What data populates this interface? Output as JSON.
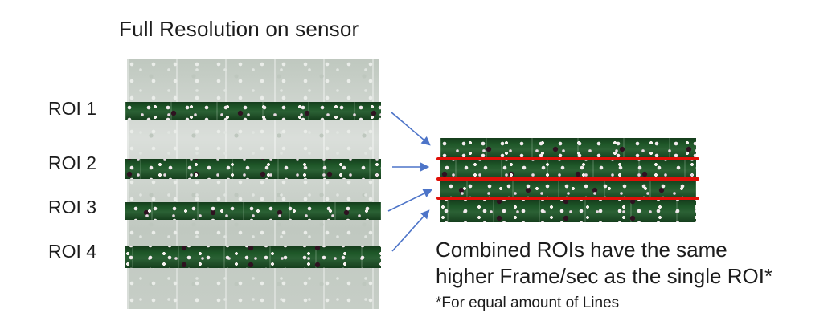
{
  "title": "Full Resolution on sensor",
  "roi_labels": [
    "ROI 1",
    "ROI 2",
    "ROI 3",
    "ROI 4"
  ],
  "caption": {
    "line1": "Combined ROIs have the same",
    "line2": "higher Frame/sec as the single ROI*",
    "footnote": "*For equal amount of Lines"
  },
  "colors": {
    "arrow": "#4d74c8",
    "roi_divider": "#e01008",
    "pcb_green": "#1e5728",
    "pcb_faded": "#ccd2cc",
    "text": "#1c1c1c"
  }
}
